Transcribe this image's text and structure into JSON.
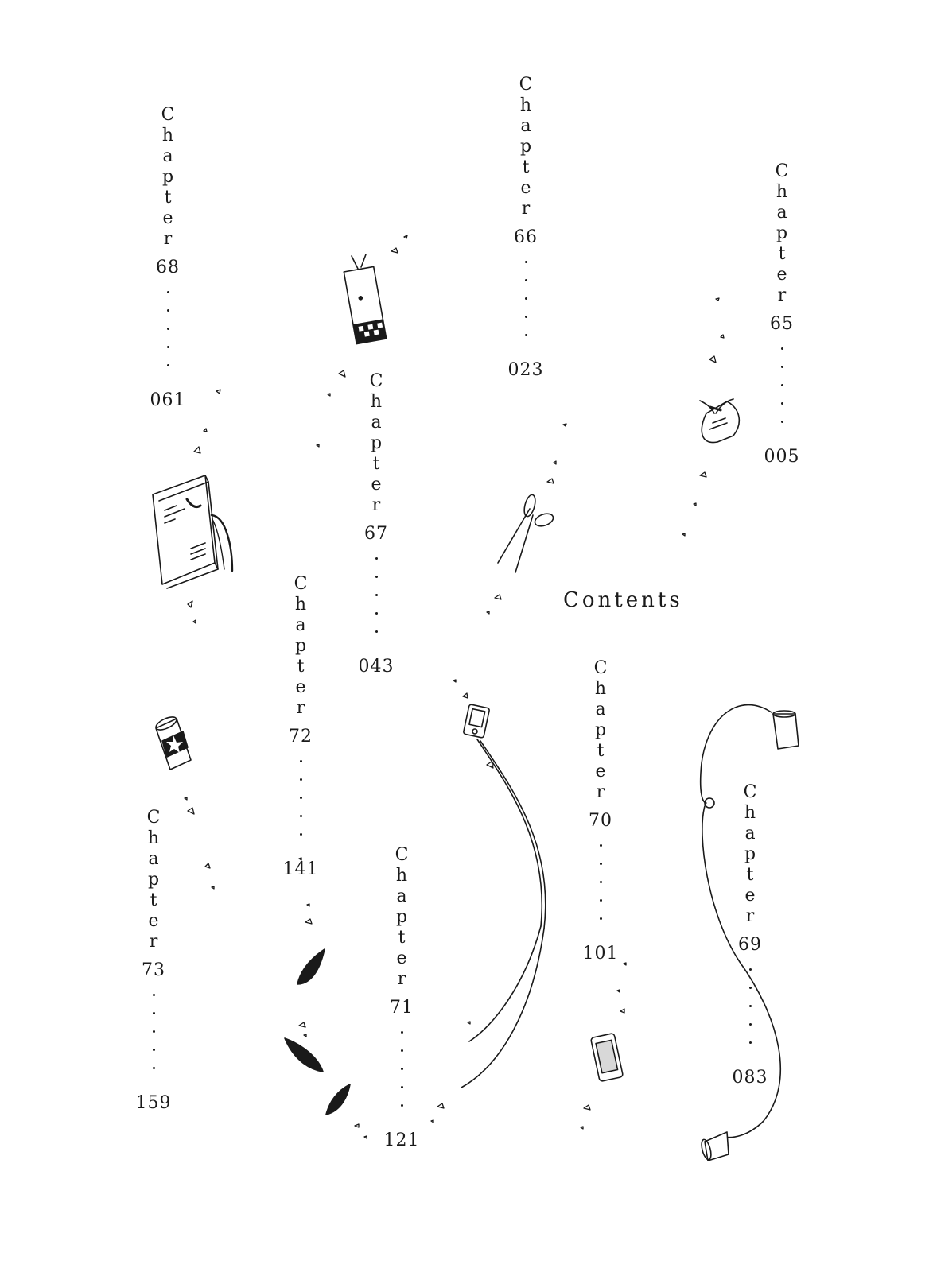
{
  "title": "Contents",
  "chapter_word": "Chapter",
  "entries": [
    {
      "chapter": "68",
      "page": "061"
    },
    {
      "chapter": "67",
      "page": "043"
    },
    {
      "chapter": "66",
      "page": "023"
    },
    {
      "chapter": "65",
      "page": "005"
    },
    {
      "chapter": "72",
      "page": "141"
    },
    {
      "chapter": "73",
      "page": "159"
    },
    {
      "chapter": "71",
      "page": "121"
    },
    {
      "chapter": "70",
      "page": "101"
    },
    {
      "chapter": "69",
      "page": "083"
    }
  ],
  "illustrations": [
    "notebook-icon",
    "bookmark-icon",
    "scissors-icon",
    "omamori-charm-icon",
    "soda-can-icon",
    "leaf-icon",
    "music-player-icon",
    "earphones-icon",
    "smartphone-icon",
    "paper-cup-telephone-icon"
  ]
}
